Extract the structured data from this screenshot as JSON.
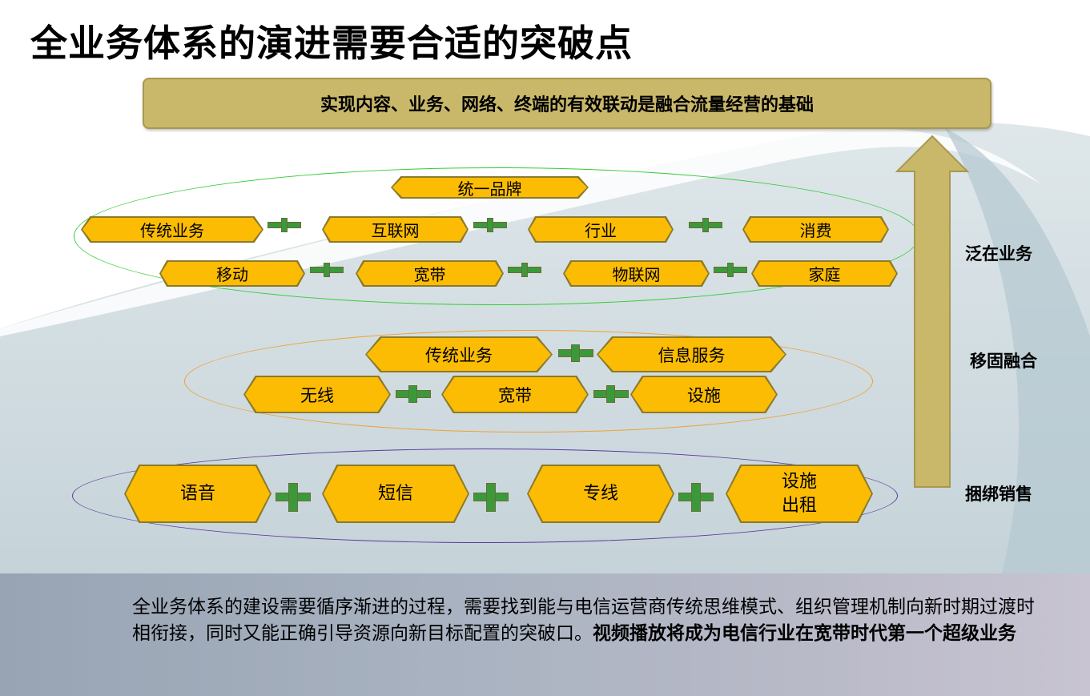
{
  "title": "全业务体系的演进需要合适的突破点",
  "banner": "实现内容、业务、网络、终端的有效联动是融合流量经营的基础",
  "layer_top": {
    "brand": "统一品牌",
    "row1": [
      "传统业务",
      "互联网",
      "行业",
      "消费"
    ],
    "row2": [
      "移动",
      "宽带",
      "物联网",
      "家庭"
    ]
  },
  "layer_mid": {
    "row1": [
      "传统业务",
      "信息服务"
    ],
    "row2": [
      "无线",
      "宽带",
      "设施"
    ]
  },
  "layer_bottom": {
    "items": [
      "语音",
      "短信",
      "专线"
    ],
    "item4_line1": "设施",
    "item4_line2": "出租"
  },
  "stages": [
    "泛在业务",
    "移固融合",
    "捆绑销售"
  ],
  "note": {
    "text": "全业务体系的建设需要循序渐进的过程，需要找到能与电信运营商传统思维模式、组织管理机制向新时期过渡时相衔接，同时又能正确引导资源向新目标配置的突破口。",
    "bold": "视频播放将成为电信行业在宽带时代第一个超级业务"
  },
  "colors": {
    "hex_fill": "#fcbc04",
    "banner": "#c9b86a",
    "arrow": "#c9b86a",
    "plus": "#3a9a3a",
    "ellipse_top": "#33cc33",
    "ellipse_mid": "#f0a030",
    "ellipse_bottom": "#5a3a9a"
  }
}
